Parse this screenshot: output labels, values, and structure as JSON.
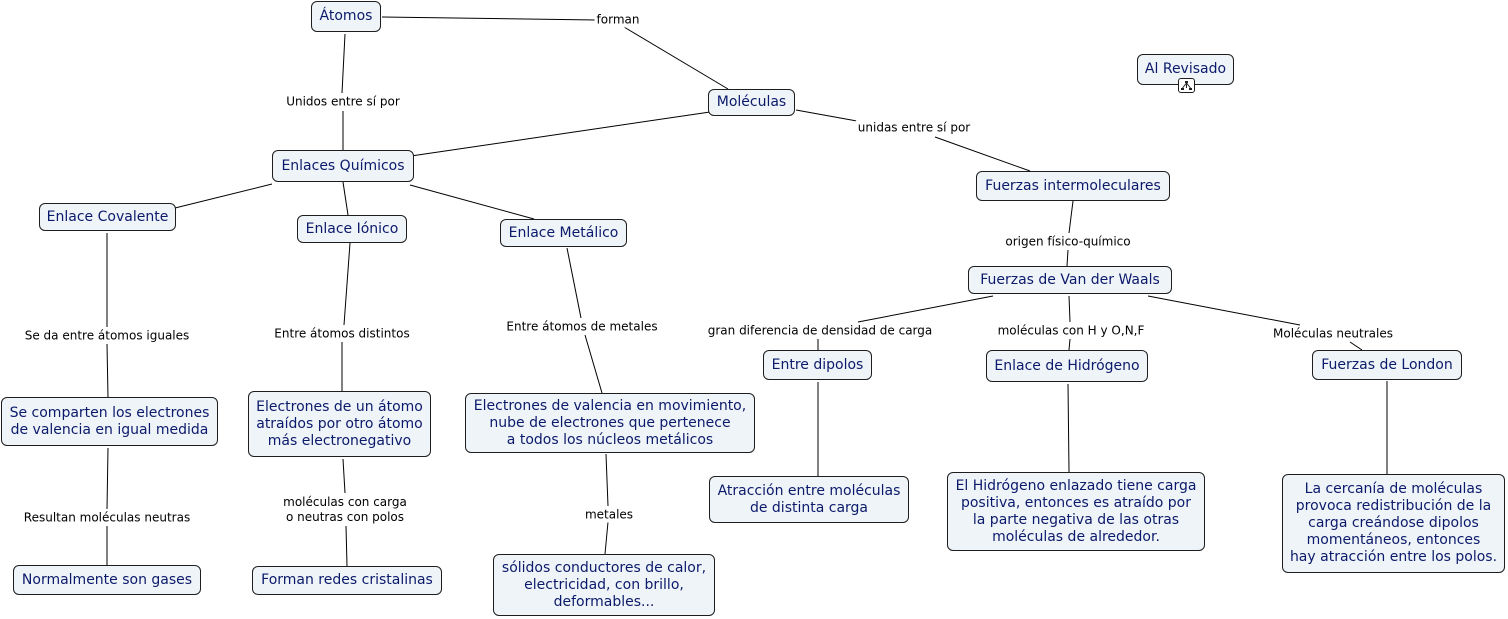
{
  "colors": {
    "node_fill": "#eef4f8",
    "node_text": "#0c1a6b",
    "border": "#1e1e1e",
    "line": "#000000"
  },
  "nodes": {
    "atomos": "Átomos",
    "moleculas": "Moléculas",
    "al_revisado": "Al Revisado",
    "enlaces_quimicos": "Enlaces Químicos",
    "fuerzas_intermoleculares": "Fuerzas intermoleculares",
    "enlace_covalente": "Enlace Covalente",
    "enlace_ionico": "Enlace Iónico",
    "enlace_metalico": "Enlace Metálico",
    "van_der_waals": "Fuerzas de Van der Waals",
    "entre_dipolos": "Entre dipolos",
    "enlace_hidrogeno": "Enlace de Hidrógeno",
    "fuerzas_london": "Fuerzas de London",
    "comparten": "Se comparten los electrones\nde valencia en igual medida",
    "electrones_atraidos": "Electrones de un átomo\natraídos por otro átomo\nmás electronegativo",
    "electrones_valencia": "Electrones de valencia en movimiento,\nnube de electrones que pertenece\na todos los núcleos metálicos",
    "atraccion": "Atracción entre moléculas\nde distinta carga",
    "hidrogeno_texto": "El Hidrógeno enlazado tiene carga\npositiva, entonces es atraído por\nla parte negativa de las otras\nmoléculas de alrededor.",
    "london_texto": "La cercanía de moléculas\nprovoca redistribución de la\ncarga creándose dipolos\nmomentáneos, entonces\nhay atracción entre los polos.",
    "gases": "Normalmente son gases",
    "redes": "Forman redes cristalinas",
    "solidos": "sólidos conductores de calor,\nelectricidad, con brillo,\ndeformables..."
  },
  "links": {
    "forman": "forman",
    "unidos": "Unidos entre sí por",
    "unidas": "unidas entre sí por",
    "origen": "origen físico-químico",
    "iguales": "Se da entre átomos iguales",
    "distintos": "Entre átomos distintos",
    "metales_entre": "Entre átomos de metales",
    "densidad": "gran diferencia de densidad de carga",
    "hyonf": "moléculas con H y O,N,F",
    "neutrales": "Moléculas neutrales",
    "neutras": "Resultan moléculas neutras",
    "carga": "moléculas con carga\no neutras con polos",
    "metales": "metales"
  }
}
